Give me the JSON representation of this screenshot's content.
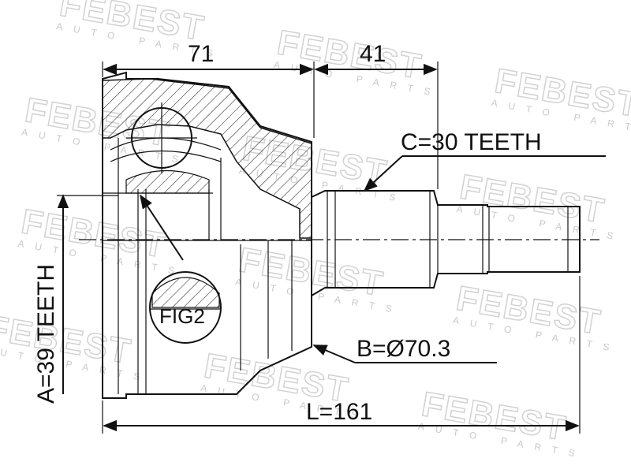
{
  "watermark": {
    "brand": "FEBEST",
    "sub": "AUTO PARTS"
  },
  "dimensions": {
    "top_left": "71",
    "top_right": "41",
    "spline_c": "C=30 TEETH",
    "diameter_b": "B=Ø70.3",
    "length_l": "L=161",
    "teeth_a": "A=39 TEETH"
  },
  "detail_label": "FIG2",
  "colors": {
    "line": "#111111",
    "watermark": "#d2d2d2"
  }
}
